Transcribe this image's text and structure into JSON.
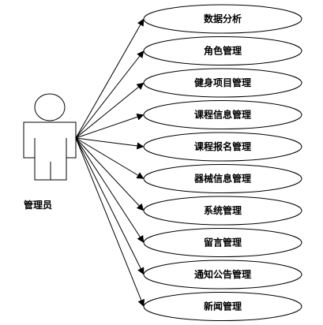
{
  "actor": {
    "name": "管理员"
  },
  "use_cases": [
    {
      "label": "数据分析"
    },
    {
      "label": "角色管理"
    },
    {
      "label": "健身项目管理"
    },
    {
      "label": "课程信息管理"
    },
    {
      "label": "课程报名管理"
    },
    {
      "label": "器械信息管理"
    },
    {
      "label": "系统管理"
    },
    {
      "label": "留言管理"
    },
    {
      "label": "通知公告管理"
    },
    {
      "label": "新闻管理"
    }
  ],
  "colors": {
    "stroke": "#000000",
    "background": "#ffffff"
  }
}
